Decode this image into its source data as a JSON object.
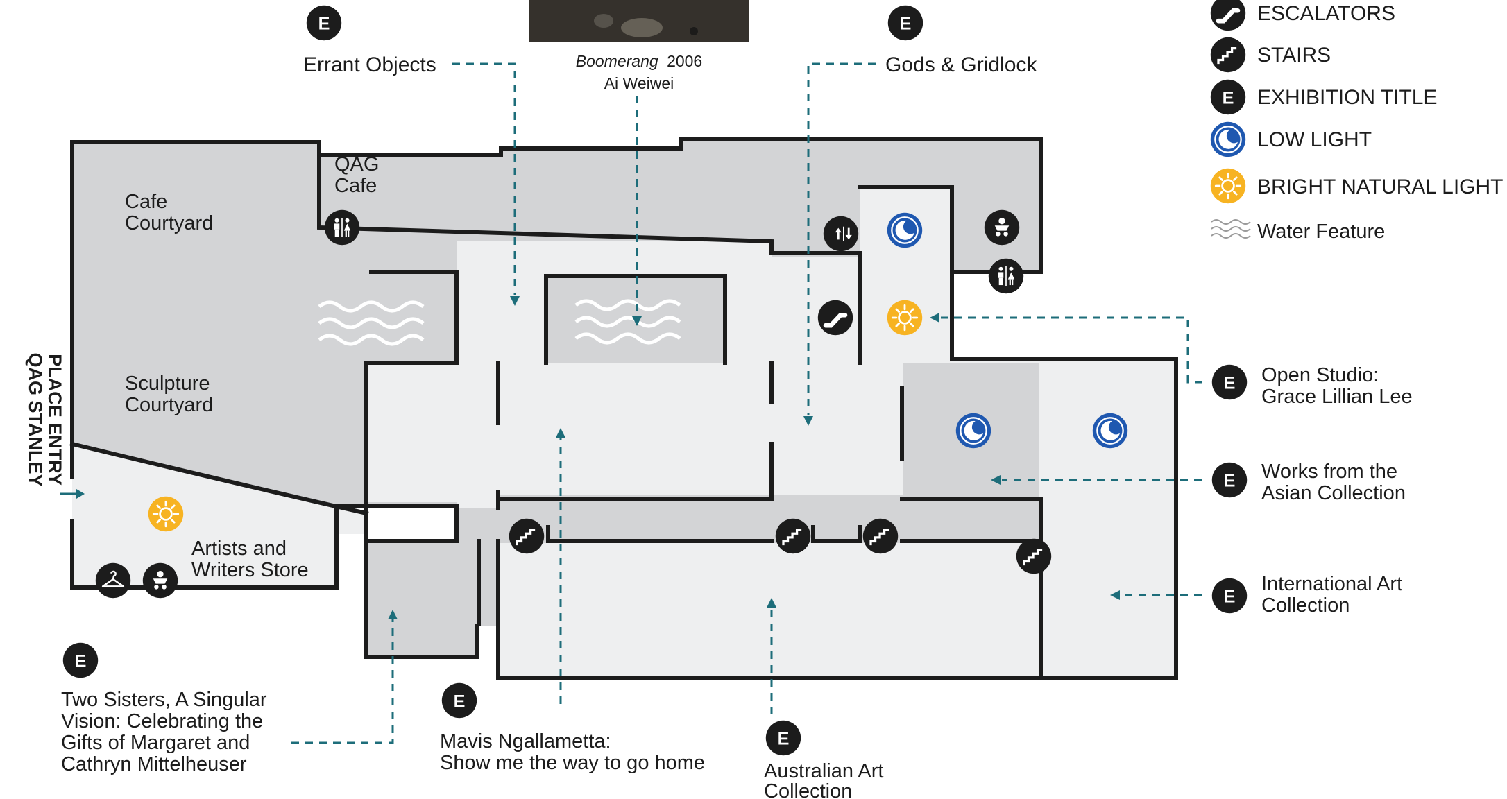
{
  "colors": {
    "dark_area": "#d3d4d6",
    "light_area": "#eeeff0",
    "wall": "#1c1c1c",
    "leader": "#1d6d7a",
    "low_light": "#1f58b0",
    "bright_light": "#f7b322",
    "icon_dark": "#1c1c1c"
  },
  "legend": {
    "escalators": "ESCALATORS",
    "stairs": "STAIRS",
    "exhibition_title": "EXHIBITION TITLE",
    "low_light": "LOW LIGHT",
    "bright_natural_light": "BRIGHT NATURAL LIGHT",
    "water_feature": "Water Feature",
    "exhibition_badge": "E"
  },
  "artwork": {
    "title": "Boomerang",
    "year": "2006",
    "artist": "Ai Weiwei"
  },
  "rooms": {
    "qag_cafe_1": "QAG",
    "qag_cafe_2": "Cafe",
    "cafe_courtyard_1": "Cafe",
    "cafe_courtyard_2": "Courtyard",
    "sculpture_courtyard_1": "Sculpture",
    "sculpture_courtyard_2": "Courtyard",
    "store_1": "Artists and",
    "store_2": "Writers Store"
  },
  "entry": {
    "line1": "QAG STANLEY",
    "line2": "PLACE ENTRY"
  },
  "exhibitions": {
    "errant_objects": "Errant Objects",
    "gods_gridlock": "Gods & Gridlock",
    "open_studio_1": "Open Studio:",
    "open_studio_2": "Grace Lillian Lee",
    "asian_1": "Works from the",
    "asian_2": "Asian Collection",
    "international_1": "International Art",
    "international_2": "Collection",
    "two_sisters_1": "Two Sisters, A Singular",
    "two_sisters_2": "Vision: Celebrating the",
    "two_sisters_3": "Gifts of Margaret and",
    "two_sisters_4": "Cathryn Mittelheuser",
    "mavis_1": "Mavis Ngallametta:",
    "mavis_2": "Show me the way to go home",
    "australian_1": "Australian Art",
    "australian_2": "Collection"
  },
  "icons": [
    "escalator-icon",
    "stairs-icon",
    "exhibition-badge-icon",
    "low-light-moon-icon",
    "bright-light-sun-icon",
    "water-feature-icon",
    "toilets-icon",
    "lift-icon",
    "baby-change-icon",
    "cloakroom-icon"
  ]
}
